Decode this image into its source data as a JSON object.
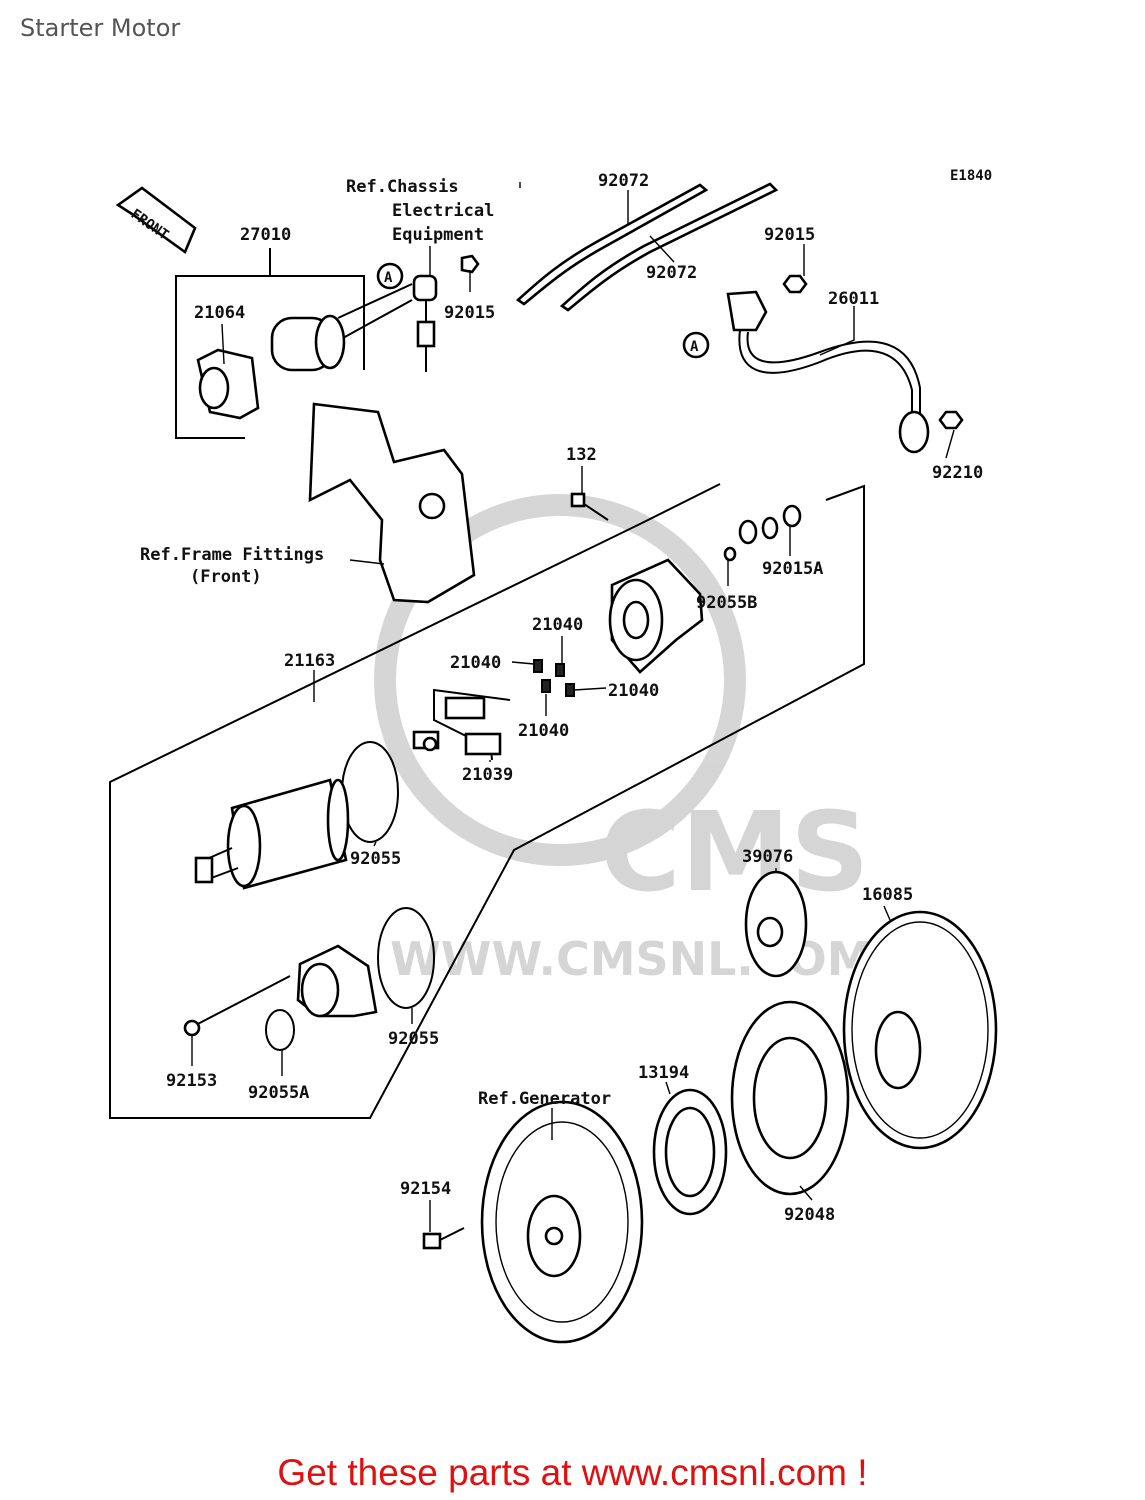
{
  "page": {
    "title": "Starter Motor"
  },
  "diagram": {
    "code": "E1840",
    "front_label": "FRONT",
    "callout_a": "A",
    "watermark": "WWW.CMSNL.COM",
    "watermark_logo": "CMS",
    "parts": {
      "p27010": "27010",
      "p21064": "21064",
      "p92015_a": "92015",
      "p92072_a": "92072",
      "p92072_b": "92072",
      "p92015_b": "92015",
      "p26011": "26011",
      "p92210": "92210",
      "p132": "132",
      "p92015A": "92015A",
      "p92055B": "92055B",
      "p21040_a": "21040",
      "p21040_b": "21040",
      "p21040_c": "21040",
      "p21040_d": "21040",
      "p21163": "21163",
      "p21039": "21039",
      "p92055_a": "92055",
      "p92055_b": "92055",
      "p92153": "92153",
      "p92055A": "92055A",
      "p39076": "39076",
      "p16085": "16085",
      "p13194": "13194",
      "p92048": "92048",
      "p92154": "92154"
    },
    "refs": {
      "chassis_1": "Ref.Chassis",
      "chassis_2": "Electrical",
      "chassis_3": "Equipment",
      "frame_1": "Ref.Frame Fittings",
      "frame_2": "(Front)",
      "generator": "Ref.Generator"
    }
  },
  "footer": {
    "cta": "Get these parts at www.cmsnl.com !"
  }
}
